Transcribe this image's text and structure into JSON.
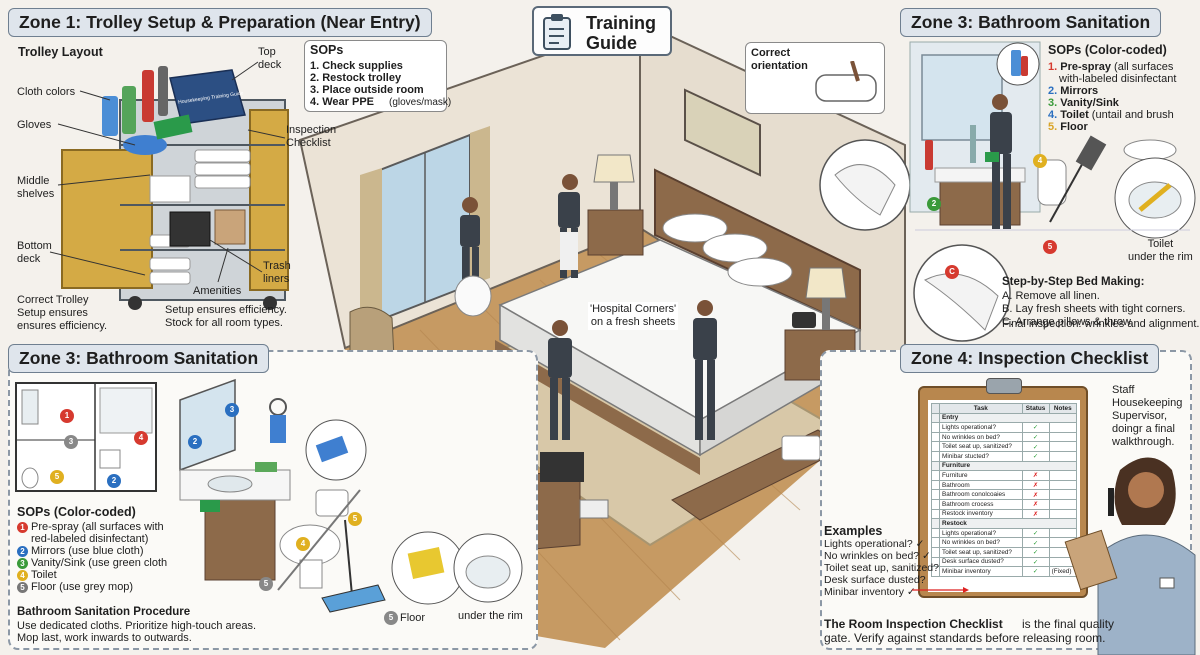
{
  "header": {
    "title_line1": "Training",
    "title_line2": "Guide"
  },
  "zone1": {
    "title": "Zone 1: Trolley Setup & Preparation (Near Entry)",
    "layout_heading": "Trolley Layout",
    "labels": {
      "cloth": "Cloth colors",
      "gloves": "Gloves",
      "middle": "Middle\nshelves",
      "bottom": "Bottom\ndeck",
      "top": "Top\ndeck",
      "checklist": "Inspection\nChecklist",
      "trash": "Trash\nliners",
      "amenities": "Amenities"
    },
    "book_text": "Housekeeping Training Guide",
    "sops_title": "SOPs",
    "sops": [
      "1. Check supplies",
      "2. Restock trolley",
      "3. Place outside room",
      "4. Wear PPE"
    ],
    "sops_suffix": "(gloves/mask)",
    "note_left": "Correct Trolley\nSetup ensures\nensures efficiency.",
    "note_right": "Setup ensures efficiency.\nStock for all room types."
  },
  "center": {
    "orientation": "Correct\norientation",
    "hospital": "'Hospital Corners'\non a fresh sheets"
  },
  "zone3_top": {
    "title": "Zone 3: Bathroom Sanitation",
    "sops_title": "SOPs (Color-coded)",
    "items": [
      {
        "n": "1.",
        "bold": "Pre-spray",
        "rest": " (all surfaces",
        "extra": "with-labeled disinfectant",
        "color": "#d63a2f"
      },
      {
        "n": "2.",
        "bold": "Mirrors",
        "rest": "",
        "extra": "",
        "color": "#2a6fc0"
      },
      {
        "n": "3.",
        "bold": "Vanity/Sink",
        "rest": "",
        "extra": "",
        "color": "#3a9a3a"
      },
      {
        "n": "4.",
        "bold": "Toilet",
        "rest": " (untail and brush",
        "extra": "",
        "color": "#2a6fc0"
      },
      {
        "n": "5.",
        "bold": "Floor",
        "rest": "",
        "extra": "",
        "color": "#d9a428"
      }
    ],
    "toilet_label": "Toilet\nunder the rim",
    "markers": [
      "2",
      "4",
      "5",
      "C"
    ],
    "bed_title": "Step-by-Step Bed Making:",
    "bed_steps": [
      "A. Remove all linen.",
      "B. Lay fresh sheets with tight corners.",
      "C. Arrange pillows & throw.",
      "Final inspection: wrinkles and alignment."
    ]
  },
  "zone3_bottom": {
    "title": "Zone 3: Bathroom Sanitation",
    "plan_markers": [
      "1",
      "2",
      "3",
      "4",
      "5"
    ],
    "sops_title": "SOPs (Color-coded)",
    "items": [
      {
        "n": "1",
        "text": "Pre-spray (all surfaces with",
        "text2": "red-labeled disinfectant)",
        "color": "#d63a2f"
      },
      {
        "n": "2",
        "text": "Mirrors (use blue cloth)",
        "text2": "",
        "color": "#2a6fc0"
      },
      {
        "n": "3",
        "text": "Vanity/Sink (use green cloth",
        "text2": "",
        "color": "#3a9a3a"
      },
      {
        "n": "4",
        "text": "Toilet",
        "text2": "",
        "color": "#e0b020"
      },
      {
        "n": "5",
        "text": "Floor (use grey mop)",
        "text2": "",
        "color": "#777777"
      }
    ],
    "proc_title": "Bathroom Sanitation Procedure",
    "proc": [
      "Use dedicated cloths. Prioritize high-touch areas.",
      "Mop last, work inwards to outwards."
    ],
    "floor_label": "Floor",
    "rim_label": "under the rim",
    "marker_labels": [
      "2",
      "3",
      "4",
      "5"
    ]
  },
  "zone4": {
    "title": "Zone 4: Inspection Checklist",
    "staff": "Staff\nHousekeeping\nSupervisor,\ndoingr a final\nwalkthrough.",
    "checklist": {
      "headers": [
        "Task",
        "Status",
        "Notes"
      ],
      "sections": [
        {
          "name": "Entry",
          "rows": [
            {
              "task": "Lights operational?",
              "status": "✓",
              "note": ""
            },
            {
              "task": "No wrinkles on bed?",
              "status": "✓",
              "note": ""
            },
            {
              "task": "Toilet seat up, sanitized?",
              "status": "✓",
              "note": ""
            },
            {
              "task": "Minibar stucted?",
              "status": "✓",
              "note": ""
            }
          ]
        },
        {
          "name": "Furniture",
          "rows": [
            {
              "task": "Furniture",
              "status": "✗",
              "note": ""
            },
            {
              "task": "Bathroom",
              "status": "✗",
              "note": ""
            },
            {
              "task": "Bathroom conolcoaies",
              "status": "✗",
              "note": ""
            },
            {
              "task": "Bathroom crocess",
              "status": "✗",
              "note": ""
            },
            {
              "task": "Restock inventory",
              "status": "✗",
              "note": ""
            }
          ]
        },
        {
          "name": "Restock",
          "rows": [
            {
              "task": "Lights operational?",
              "status": "✓",
              "note": ""
            },
            {
              "task": "No wrinkles on bed?",
              "status": "✓",
              "note": ""
            },
            {
              "task": "Toilet seat up, sanitized?",
              "status": "✓",
              "note": ""
            },
            {
              "task": "Desk surface dusted?",
              "status": "✓",
              "note": ""
            },
            {
              "task": "Minibar inventory",
              "status": "✓",
              "note": "(Fixed)"
            }
          ]
        }
      ]
    },
    "examples_title": "Examples",
    "examples": [
      "Lights operational? ✓",
      "No wrinkles on bed? ✓",
      "Toilet seat up, sanitized?",
      "Desk surface dusted?",
      "Minibar inventory ✓"
    ],
    "footer_bold": "The Room Inspection Checklist",
    "footer_rest": " is the final quality",
    "footer_line2": "gate. Verify against standards before releasing room."
  }
}
